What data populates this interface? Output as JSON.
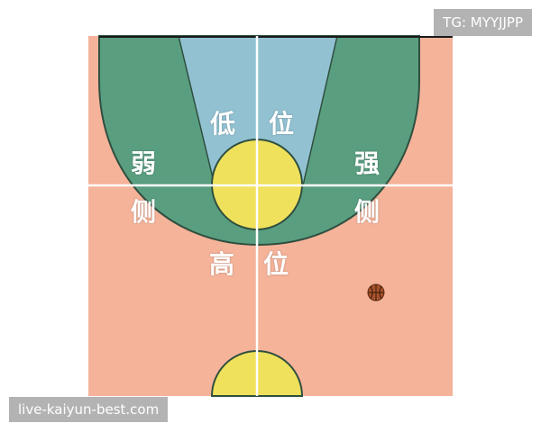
{
  "labels": {
    "low_post_1": "低",
    "low_post_2": "位",
    "weak_side_1": "弱",
    "weak_side_2": "侧",
    "strong_side_1": "强",
    "strong_side_2": "侧",
    "high_post_1": "高",
    "high_post_2": "位"
  },
  "watermarks": {
    "top": "TG: MYYJJPP",
    "bottom": "live-kaiyun-best.com"
  },
  "colors": {
    "court": "#f5b39a",
    "three_point_area": "#5a9e80",
    "paint": "#92c2d2",
    "circles": "#f0e15c",
    "grid_lines": "#ffffff",
    "ball": "#a8532c"
  },
  "icons": {
    "ball": "basketball-icon"
  }
}
